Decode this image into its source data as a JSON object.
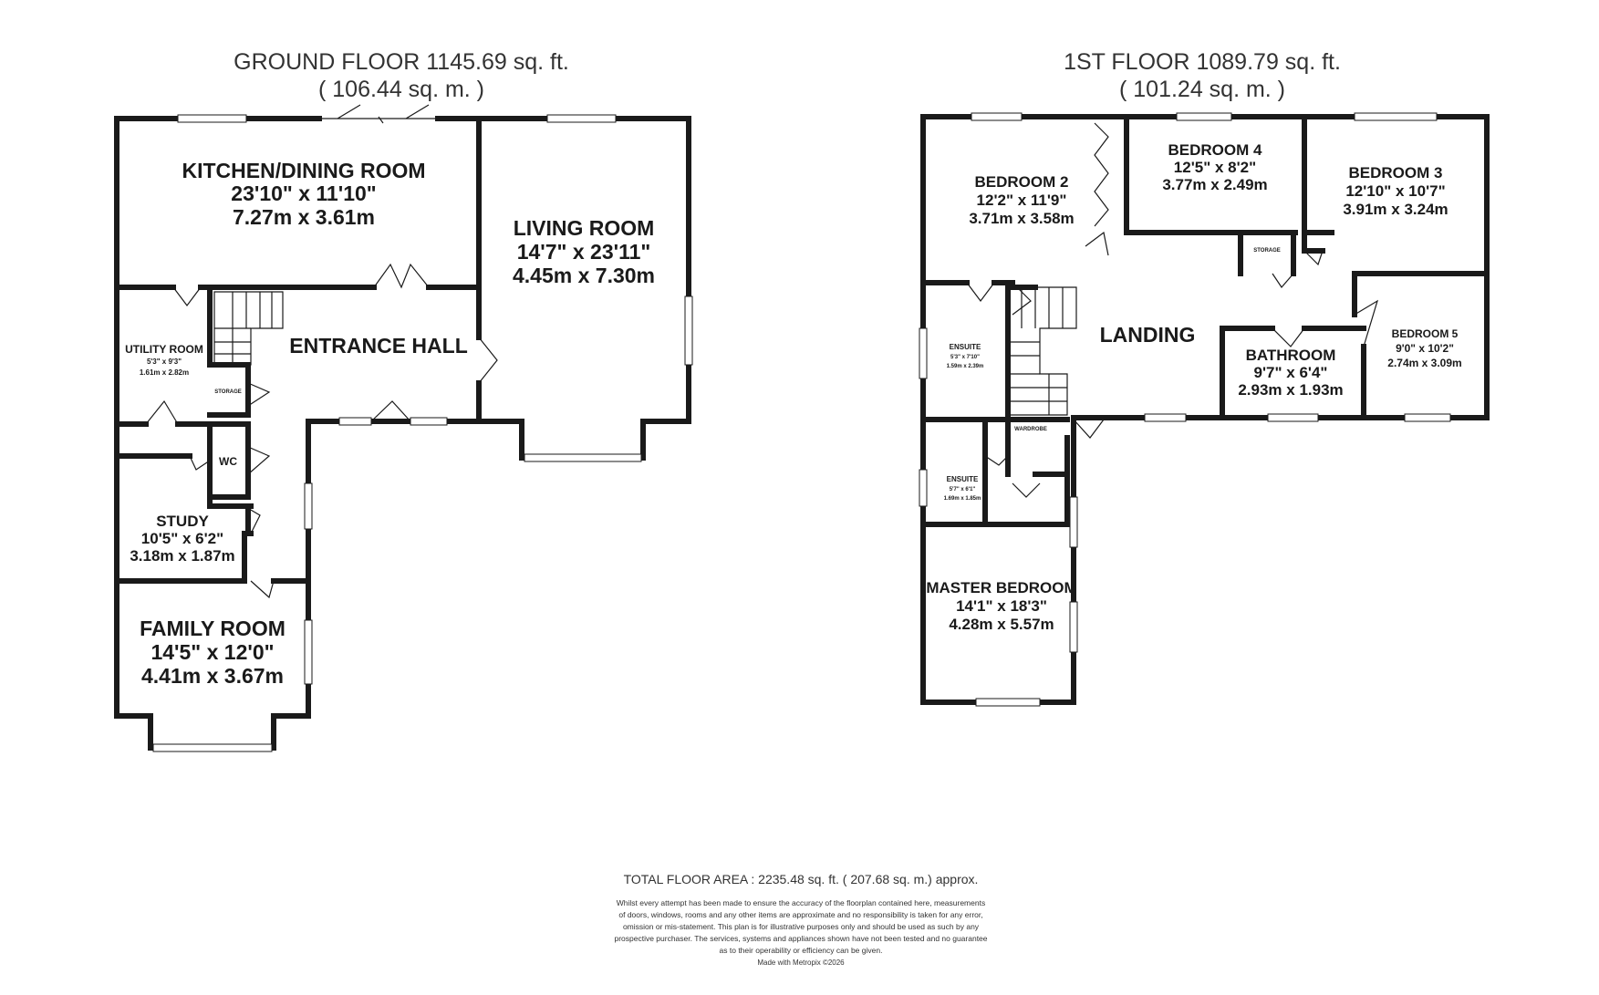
{
  "ground_floor": {
    "title": "GROUND FLOOR 1145.69 sq. ft.",
    "subtitle": "( 106.44 sq. m. )",
    "rooms": {
      "kitchen": {
        "name": "KITCHEN/DINING ROOM",
        "imperial": "23'10\" x 11'10\"",
        "metric": "7.27m x 3.61m"
      },
      "living": {
        "name": "LIVING ROOM",
        "imperial": "14'7\" x 23'11\"",
        "metric": "4.45m x 7.30m"
      },
      "entrance": {
        "name": "ENTRANCE HALL"
      },
      "utility": {
        "name": "UTILITY ROOM",
        "imperial": "5'3\" x 9'3\"",
        "metric": "1.61m x 2.82m"
      },
      "storage": {
        "name": "STORAGE"
      },
      "wc": {
        "name": "WC"
      },
      "study": {
        "name": "STUDY",
        "imperial": "10'5\" x 6'2\"",
        "metric": "3.18m x 1.87m"
      },
      "family": {
        "name": "FAMILY ROOM",
        "imperial": "14'5\" x 12'0\"",
        "metric": "4.41m x 3.67m"
      }
    }
  },
  "first_floor": {
    "title": "1ST FLOOR 1089.79 sq. ft.",
    "subtitle": "( 101.24 sq. m. )",
    "rooms": {
      "bedroom2": {
        "name": "BEDROOM 2",
        "imperial": "12'2\" x 11'9\"",
        "metric": "3.71m x 3.58m"
      },
      "bedroom4": {
        "name": "BEDROOM 4",
        "imperial": "12'5\" x 8'2\"",
        "metric": "3.77m x 2.49m"
      },
      "bedroom3": {
        "name": "BEDROOM 3",
        "imperial": "12'10\" x 10'7\"",
        "metric": "3.91m x 3.24m"
      },
      "storage": {
        "name": "STORAGE"
      },
      "landing": {
        "name": "LANDING"
      },
      "ensuite1": {
        "name": "ENSUITE",
        "imperial": "5'3\" x 7'10\"",
        "metric": "1.59m x 2.39m"
      },
      "bathroom": {
        "name": "BATHROOM",
        "imperial": "9'7\" x 6'4\"",
        "metric": "2.93m x 1.93m"
      },
      "bedroom5": {
        "name": "BEDROOM 5",
        "imperial": "9'0\" x 10'2\"",
        "metric": "2.74m x 3.09m"
      },
      "wardrobe": {
        "name": "WARDROBE"
      },
      "ensuite2": {
        "name": "ENSUITE",
        "imperial": "5'7\" x 6'1\"",
        "metric": "1.69m x 1.85m"
      },
      "master": {
        "name": "MASTER BEDROOM",
        "imperial": "14'1\" x 18'3\"",
        "metric": "4.28m x 5.57m"
      }
    }
  },
  "footer": {
    "total": "TOTAL FLOOR AREA : 2235.48 sq. ft. ( 207.68 sq. m.) approx.",
    "disclaimer": [
      "Whilst every attempt has been made to ensure the accuracy of the floorplan contained here, measurements",
      "of doors, windows, rooms and any other items are approximate and no responsibility is taken for any error,",
      "omission or mis-statement. This plan is for illustrative purposes only and should be used as such by any",
      "prospective purchaser. The services, systems and appliances shown have not been tested and no guarantee",
      "as to their operability or efficiency can be given."
    ],
    "made_with": "Made with Metropix ©2026"
  }
}
